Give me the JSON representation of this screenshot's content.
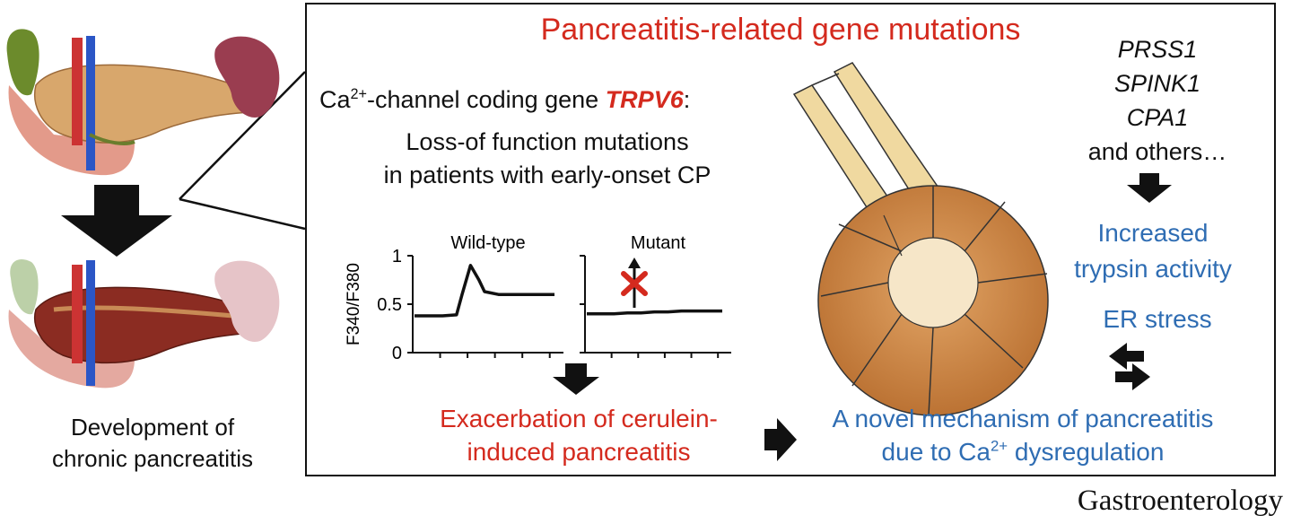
{
  "title": "Pancreatitis-related gene mutations",
  "ca_channel": {
    "prefix": "Ca",
    "sup": "2+",
    "middle": "-channel coding gene ",
    "gene": "TRPV6",
    "suffix": ":"
  },
  "loss_text": [
    "Loss-of function mutations",
    "in patients with early-onset CP"
  ],
  "genes": [
    "PRSS1",
    "SPINK1",
    "CPA1"
  ],
  "genes_more": "and others…",
  "increased_trypsin": [
    "Increased",
    "trypsin activity"
  ],
  "er_stress": "ER stress",
  "novel": {
    "line1": "A novel mechanism of pancreatitis",
    "line2_prefix": "due to Ca",
    "line2_sup": "2+",
    "line2_suffix": " dysregulation"
  },
  "exacerbation": [
    "Exacerbation of cerulein-",
    "induced pancreatitis"
  ],
  "development": [
    "Development of",
    "chronic pancreatitis"
  ],
  "journal": "Gastroenterology",
  "colors": {
    "red": "#d42a1e",
    "blue": "#2f6db3",
    "black": "#111111"
  },
  "chart_data": {
    "type": "line",
    "ylabel": "F340/F380",
    "ylim": [
      0,
      1
    ],
    "yticks": [
      0,
      0.5,
      1
    ],
    "ytick_labels": [
      "0",
      "0.5",
      "1"
    ],
    "panels": [
      {
        "title": "Wild-type",
        "x": [
          0,
          1,
          2,
          3,
          3.4,
          4,
          4.6,
          5,
          6,
          7,
          8,
          9,
          10
        ],
        "y": [
          0.38,
          0.38,
          0.38,
          0.39,
          0.6,
          0.9,
          0.75,
          0.63,
          0.6,
          0.6,
          0.6,
          0.6,
          0.6
        ]
      },
      {
        "title": "Mutant",
        "x": [
          0,
          1,
          2,
          3,
          4,
          5,
          6,
          7,
          8,
          9,
          10
        ],
        "y": [
          0.4,
          0.4,
          0.4,
          0.41,
          0.41,
          0.42,
          0.42,
          0.43,
          0.43,
          0.43,
          0.43
        ]
      }
    ]
  }
}
